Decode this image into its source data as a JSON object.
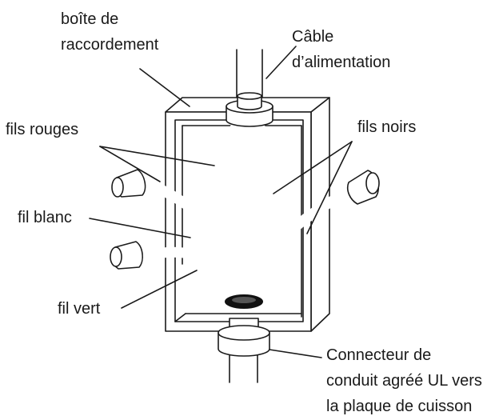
{
  "labels": {
    "junction_box": [
      "boîte de",
      "raccordement"
    ],
    "power_cable": [
      "Câble",
      "d’alimentation"
    ],
    "red_wires": "fils rouges",
    "black_wires": "fils noirs",
    "white_wire": "fil blanc",
    "green_wire": "fil vert",
    "conduit_connector": [
      "Connecteur de",
      "conduit agréé UL vers",
      "la plaque de cuisson"
    ]
  }
}
